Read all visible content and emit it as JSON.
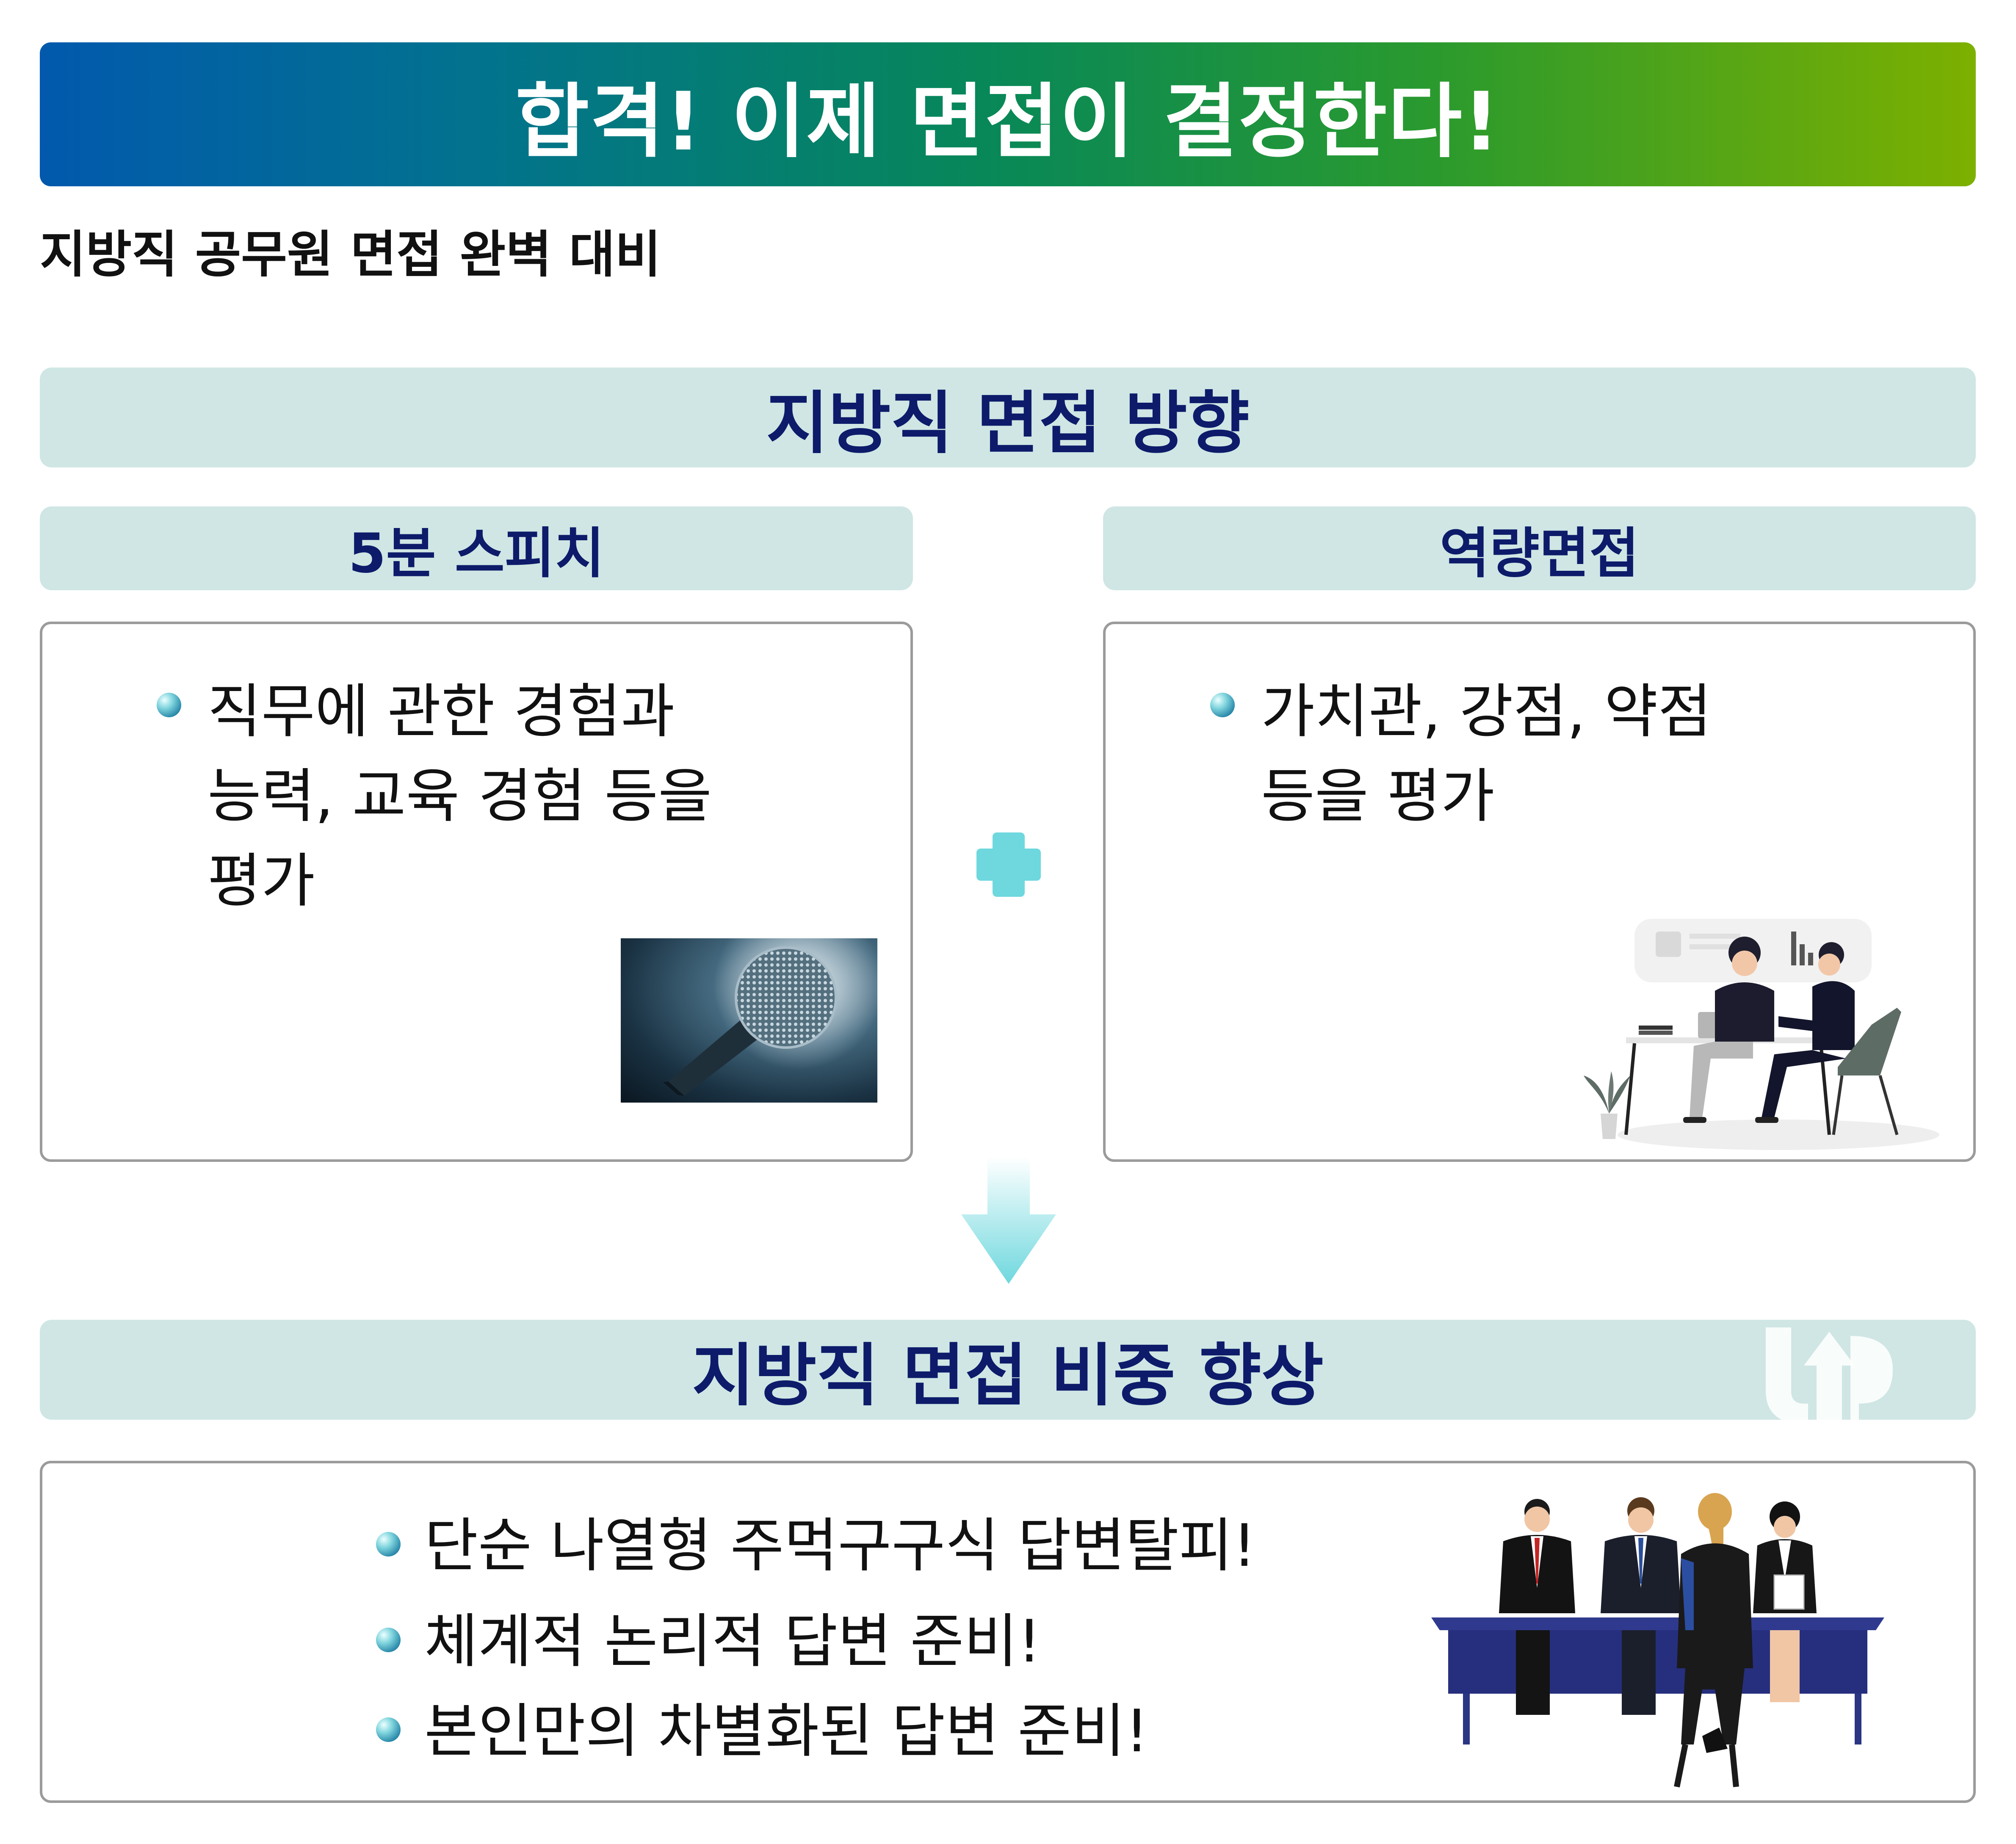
{
  "header": {
    "title": "합격! 이제 면접이 결정한다!"
  },
  "subtitle": "지방직 공무원 면접 완벽 대비",
  "direction": {
    "heading": "지방직 면접 방향",
    "speech": {
      "label": "5분 스피치",
      "lines": [
        "직무에 관한 경험과",
        "능력, 교육 경험 등을",
        "평가"
      ]
    },
    "competency": {
      "label": "역량면접",
      "lines": [
        "가치관, 강점, 약점",
        "등을 평가"
      ]
    }
  },
  "weight": {
    "heading": "지방직 면접 비중 향상",
    "badge": "UP",
    "bullets": [
      "단순 나열형 주먹구구식 답변탈피!",
      "체계적 논리적 답변 준비!",
      "본인만의 차별화된 답변 준비!"
    ]
  },
  "icons": {
    "plus": "plus-icon",
    "arrow": "arrow-down-icon",
    "bullet": "sphere-bullet-icon",
    "microphone": "microphone-photo",
    "meeting": "interview-meeting-illustration",
    "panel": "interview-panel-illustration"
  },
  "colors": {
    "banner_start": "#0259ad",
    "banner_end": "#7db000",
    "band": "#cfe6e4",
    "heading_text": "#0d1b6a",
    "accent": "#6ed8de"
  }
}
